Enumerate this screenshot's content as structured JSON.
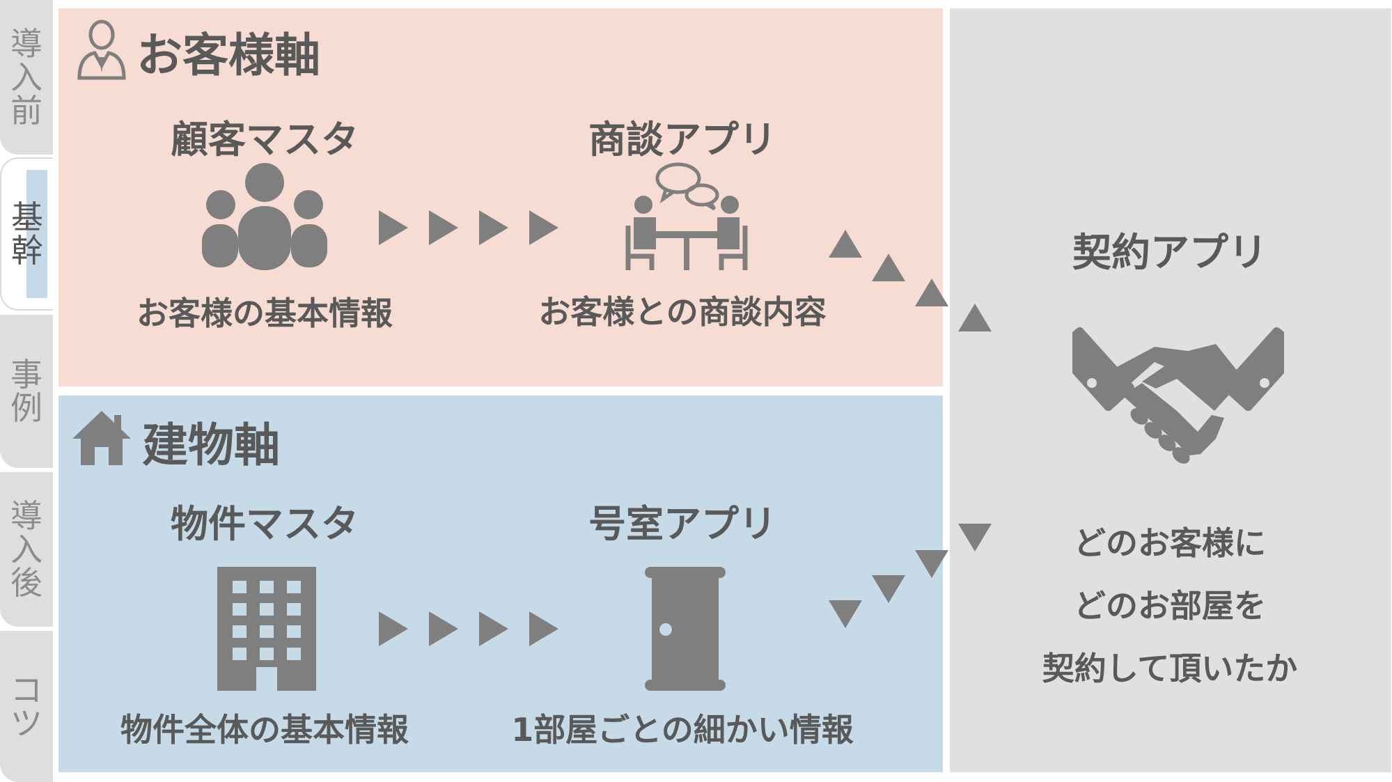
{
  "side_tabs": [
    {
      "label": "導入前",
      "chars": [
        "導",
        "入",
        "前"
      ]
    },
    {
      "label": "基幹",
      "chars": [
        "基",
        "幹"
      ]
    },
    {
      "label": "事例",
      "chars": [
        "事",
        "例"
      ]
    },
    {
      "label": "導入後",
      "chars": [
        "導",
        "入",
        "後"
      ]
    },
    {
      "label": "コツ",
      "chars": [
        "コ",
        "ツ"
      ]
    }
  ],
  "customer_axis": {
    "title": "お客様軸",
    "left_node": {
      "title": "顧客マスタ",
      "caption": "お客様の基本情報"
    },
    "right_node": {
      "title": "商談アプリ",
      "caption": "お客様との商談内容"
    }
  },
  "building_axis": {
    "title": "建物軸",
    "left_node": {
      "title": "物件マスタ",
      "caption": "物件全体の基本情報"
    },
    "right_node": {
      "title": "号室アプリ",
      "caption": "1部屋ごとの細かい情報"
    }
  },
  "contract": {
    "title": "契約アプリ",
    "caption_lines": [
      "どのお客様に",
      "どのお部屋を",
      "契約して頂いたか"
    ]
  },
  "colors": {
    "customer_bg": "#f7dcd3",
    "building_bg": "#c7dae8",
    "contract_bg": "#e0e0e0",
    "icon_gray": "#7f7f7f",
    "tab_gray": "#dedede"
  }
}
